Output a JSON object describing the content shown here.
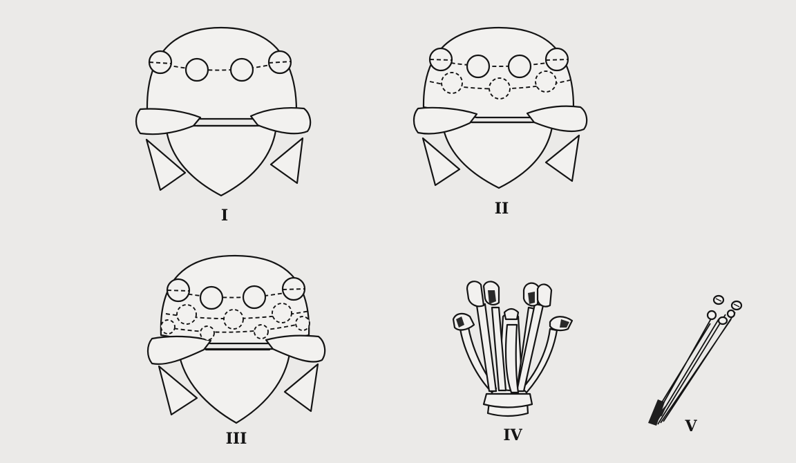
{
  "figure": {
    "panels": [
      {
        "id": "I",
        "label": "I",
        "circle_rows": 1
      },
      {
        "id": "II",
        "label": "II",
        "circle_rows": 2
      },
      {
        "id": "III",
        "label": "III",
        "circle_rows": 3
      },
      {
        "id": "IV",
        "label": "IV"
      },
      {
        "id": "V",
        "label": "V"
      }
    ]
  },
  "colors": {
    "paper": "#ebeae8",
    "ink": "#141414"
  }
}
